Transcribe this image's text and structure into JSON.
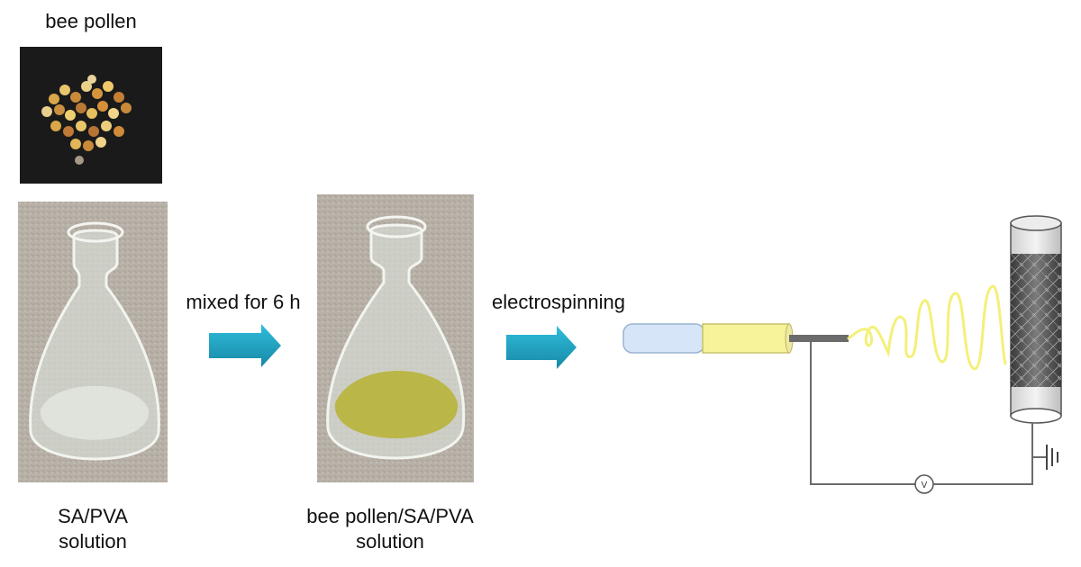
{
  "labels": {
    "bee_pollen": "bee pollen",
    "mixed": "mixed for 6 h",
    "electrospinning": "electrospinning",
    "sa_pva_line1": "SA/PVA",
    "sa_pva_line2": "solution",
    "bp_sa_pva_line1": "bee pollen/SA/PVA",
    "bp_sa_pva_line2": "solution",
    "voltmeter": "V"
  },
  "colors": {
    "arrow": "#1aa3c4",
    "fiber": "#f3f07a",
    "solution_yellow": "#b8b43a",
    "syringe_fill": "#f6f39a",
    "syringe_blue": "#cfe2f7",
    "photo_bg": "#b9b2a9",
    "pollen_bg": "#1a1a1a",
    "wire": "#6b6b6b"
  },
  "icons": {
    "arrow1": "right-arrow-icon",
    "arrow2": "right-arrow-icon",
    "ground": "ground-icon",
    "voltmeter": "voltmeter-icon"
  }
}
